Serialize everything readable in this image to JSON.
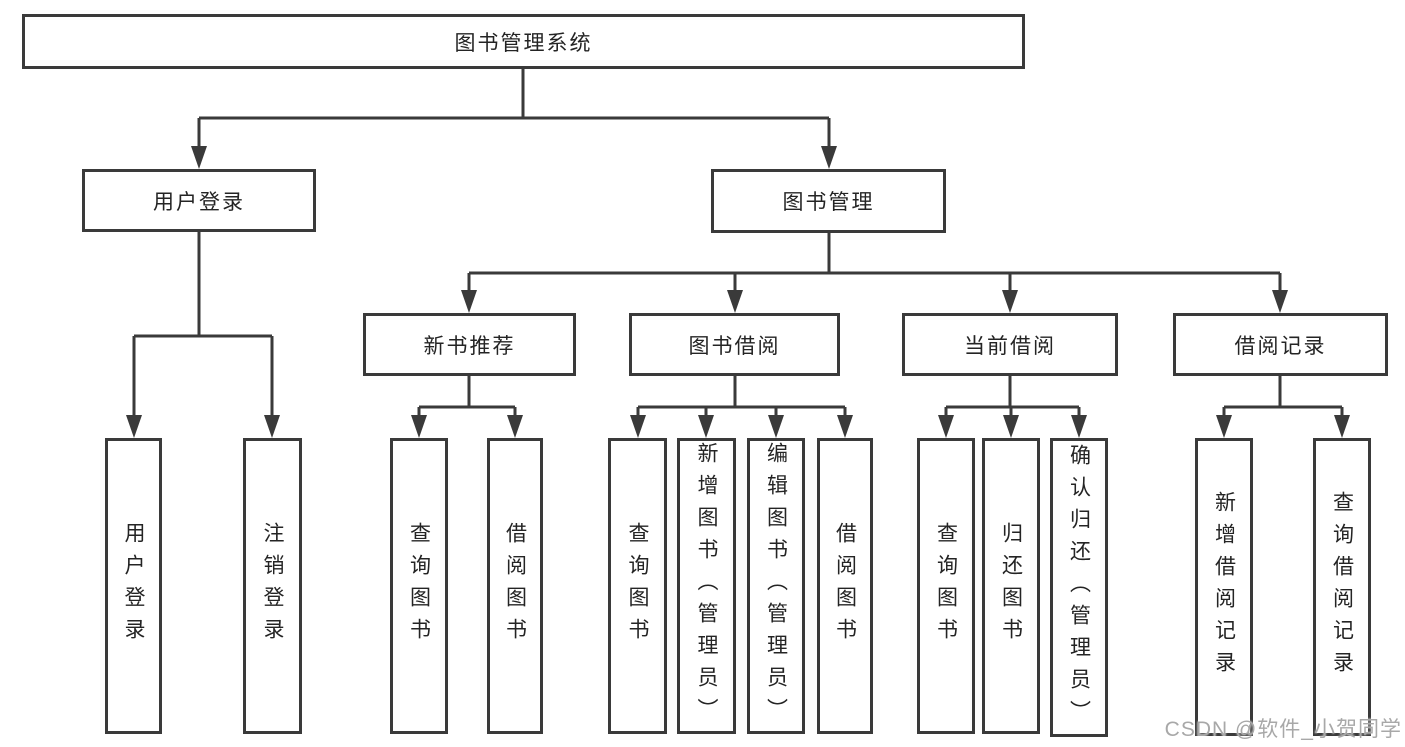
{
  "diagram": {
    "root": "图书管理系统",
    "branches": {
      "user_login": {
        "label": "用户登录",
        "children": [
          "用户登录",
          "注销登录"
        ]
      },
      "book_mgmt": {
        "label": "图书管理",
        "sections": [
          {
            "label": "新书推荐",
            "children": [
              "查询图书",
              "借阅图书"
            ]
          },
          {
            "label": "图书借阅",
            "children": [
              "查询图书",
              "新增图书（管理员）",
              "编辑图书（管理员）",
              "借阅图书"
            ]
          },
          {
            "label": "当前借阅",
            "children": [
              "查询图书",
              "归还图书",
              "确认归还（管理员）"
            ]
          },
          {
            "label": "借阅记录",
            "children": [
              "新增借阅记录",
              "查询借阅记录"
            ]
          }
        ]
      }
    }
  },
  "colors": {
    "line": "#3a3a3a",
    "text": "#242424",
    "watermark": "#a8a8a8",
    "background": "#ffffff"
  },
  "watermark": {
    "text": "CSDN @软件_小贺同学"
  }
}
